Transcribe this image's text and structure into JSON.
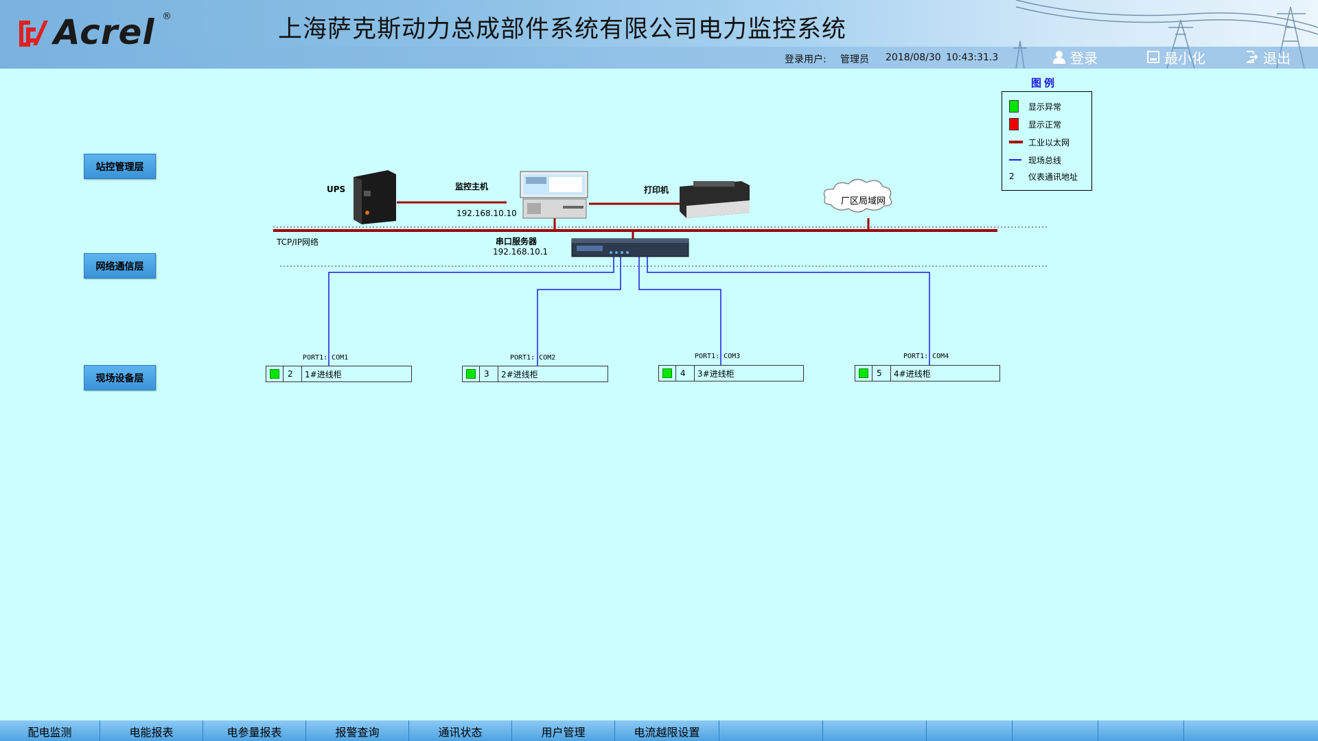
{
  "header": {
    "logo_text": "Acrel",
    "logo_reg": "®",
    "title": "上海萨克斯动力总成部件系统有限公司电力监控系统",
    "login_user_label": "登录用户:",
    "login_user": "管理员",
    "date": "2018/08/30",
    "time": "10:43:31.3",
    "login_btn": "登录",
    "minimize_btn": "最小化",
    "exit_btn": "退出"
  },
  "layers": {
    "station": "站控管理层",
    "network": "网络通信层",
    "field": "现场设备层"
  },
  "diagram": {
    "ups_label": "UPS",
    "host_label": "监控主机",
    "host_ip": "192.168.10.10",
    "printer_label": "打印机",
    "lan_label": "厂区局域网",
    "tcpip_label": "TCP/IP网络",
    "serial_label": "串口服务器",
    "serial_ip": "192.168.10.1",
    "devices": [
      {
        "port": "PORT1: COM1",
        "addr": "2",
        "name": "1#进线柜"
      },
      {
        "port": "PORT1: COM2",
        "addr": "3",
        "name": "2#进线柜"
      },
      {
        "port": "PORT1: COM3",
        "addr": "4",
        "name": "3#进线柜"
      },
      {
        "port": "PORT1: COM4",
        "addr": "5",
        "name": "4#进线柜"
      }
    ]
  },
  "legend": {
    "title": "图例",
    "items": [
      {
        "symbol": "green-square",
        "label": "显示异常"
      },
      {
        "symbol": "red-square",
        "label": "显示正常"
      },
      {
        "symbol": "red-line",
        "label": "工业以太网"
      },
      {
        "symbol": "blue-line",
        "label": "现场总线"
      },
      {
        "symbol": "2",
        "label": "仪表通讯地址"
      }
    ]
  },
  "colors": {
    "ethernet": "#a00000",
    "fieldbus": "#1a1ae0",
    "status_green": "#00e600",
    "status_red": "#ee0000",
    "background": "#ccffff"
  },
  "nav": [
    "配电监测",
    "电能报表",
    "电参量报表",
    "报警查询",
    "通讯状态",
    "用户管理",
    "电流越限设置",
    "",
    "",
    "",
    "",
    "",
    ""
  ]
}
